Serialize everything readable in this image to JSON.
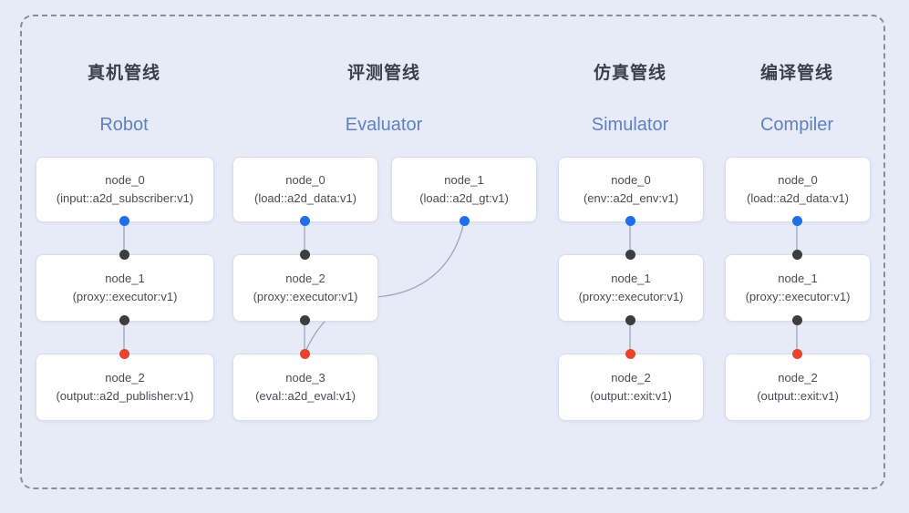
{
  "colors": {
    "background": "#e6ebf7",
    "frame_dash": "#878d99",
    "blue_port": "#1e6fe8",
    "dark_port": "#3d3d3d",
    "red_port": "#e8432d",
    "edge": "#9aa6ba",
    "title_cn": "#3b3f48",
    "title_en": "#6080c2",
    "node_bg": "#ffffff",
    "node_border": "#d9dde7"
  },
  "pipelines": [
    {
      "title_cn": "真机管线",
      "title_en": "Robot",
      "nodes": [
        {
          "name": "node_0",
          "type": "(input::a2d_subscriber:v1)"
        },
        {
          "name": "node_1",
          "type": "(proxy::executor:v1)"
        },
        {
          "name": "node_2",
          "type": "(output::a2d_publisher:v1)"
        }
      ]
    },
    {
      "title_cn": "评测管线",
      "title_en": "Evaluator",
      "nodes": [
        {
          "name": "node_0",
          "type": "(load::a2d_data:v1)"
        },
        {
          "name": "node_1",
          "type": "(load::a2d_gt:v1)"
        },
        {
          "name": "node_2",
          "type": "(proxy::executor:v1)"
        },
        {
          "name": "node_3",
          "type": "(eval::a2d_eval:v1)"
        }
      ]
    },
    {
      "title_cn": "仿真管线",
      "title_en": "Simulator",
      "nodes": [
        {
          "name": "node_0",
          "type": "(env::a2d_env:v1)"
        },
        {
          "name": "node_1",
          "type": "(proxy::executor:v1)"
        },
        {
          "name": "node_2",
          "type": "(output::exit:v1)"
        }
      ]
    },
    {
      "title_cn": "编译管线",
      "title_en": "Compiler",
      "nodes": [
        {
          "name": "node_0",
          "type": "(load::a2d_data:v1)"
        },
        {
          "name": "node_1",
          "type": "(proxy::executor:v1)"
        },
        {
          "name": "node_2",
          "type": "(output::exit:v1)"
        }
      ]
    }
  ]
}
